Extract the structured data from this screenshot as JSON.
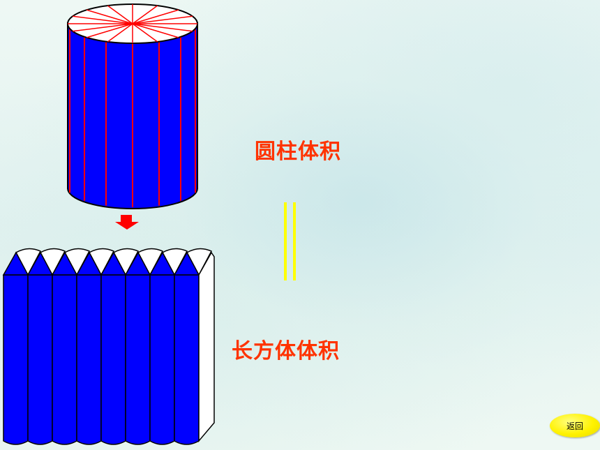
{
  "labels": {
    "cylinder_volume": "圆柱体积",
    "cuboid_volume": "长方体体积"
  },
  "nav": {
    "back_label": "返回"
  },
  "figure": {
    "cylinder_sector_count": 16,
    "cuboid_wedge_count": 8
  },
  "colors": {
    "solid_fill": "#0000ff",
    "cut_lines": "#ff0000",
    "arrow": "#ff0000",
    "label_text": "#ff3300",
    "equal_sign": "#ffff00",
    "back_button": "#fff200"
  }
}
